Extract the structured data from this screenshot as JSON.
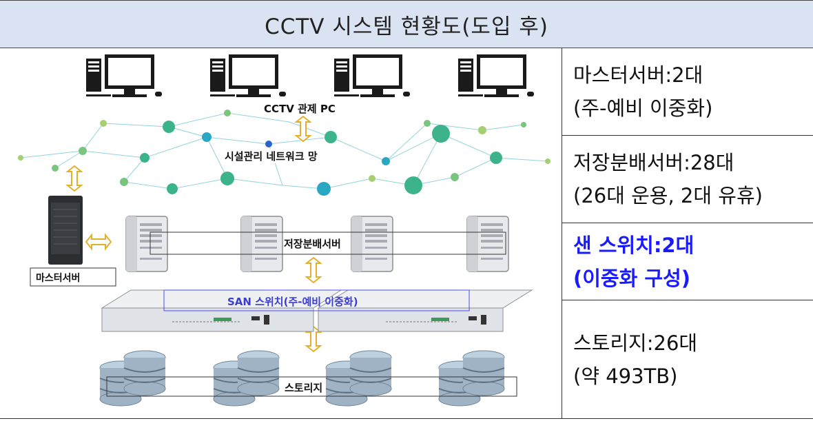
{
  "title": "CCTV 시스템 현황도(도입 후)",
  "diagram": {
    "pc_label": "CCTV 관제 PC",
    "network_label": "시설관리 네트워크 망",
    "master_label": "마스터서버",
    "dist_label": "저장분배서버",
    "san_label": "SAN 스위치(주-예비 이중화)",
    "storage_label": "스토리지"
  },
  "side": {
    "master": {
      "line1": "마스터서버:2대",
      "line2": "(주-예비 이중화)"
    },
    "dist": {
      "line1": "저장분배서버:28대",
      "line2": "(26대 운용, 2대 유휴)"
    },
    "san": {
      "line1": "샌 스위치:2대",
      "line2": "(이중화 구성)"
    },
    "storage": {
      "line1": "스토리지:26대",
      "line2": "(약 493TB)"
    }
  },
  "colors": {
    "title_bg": "#dae3f1",
    "san_text": "#1a1aff",
    "arrow": "#f2c12e",
    "network_node": "#3cb38a"
  }
}
